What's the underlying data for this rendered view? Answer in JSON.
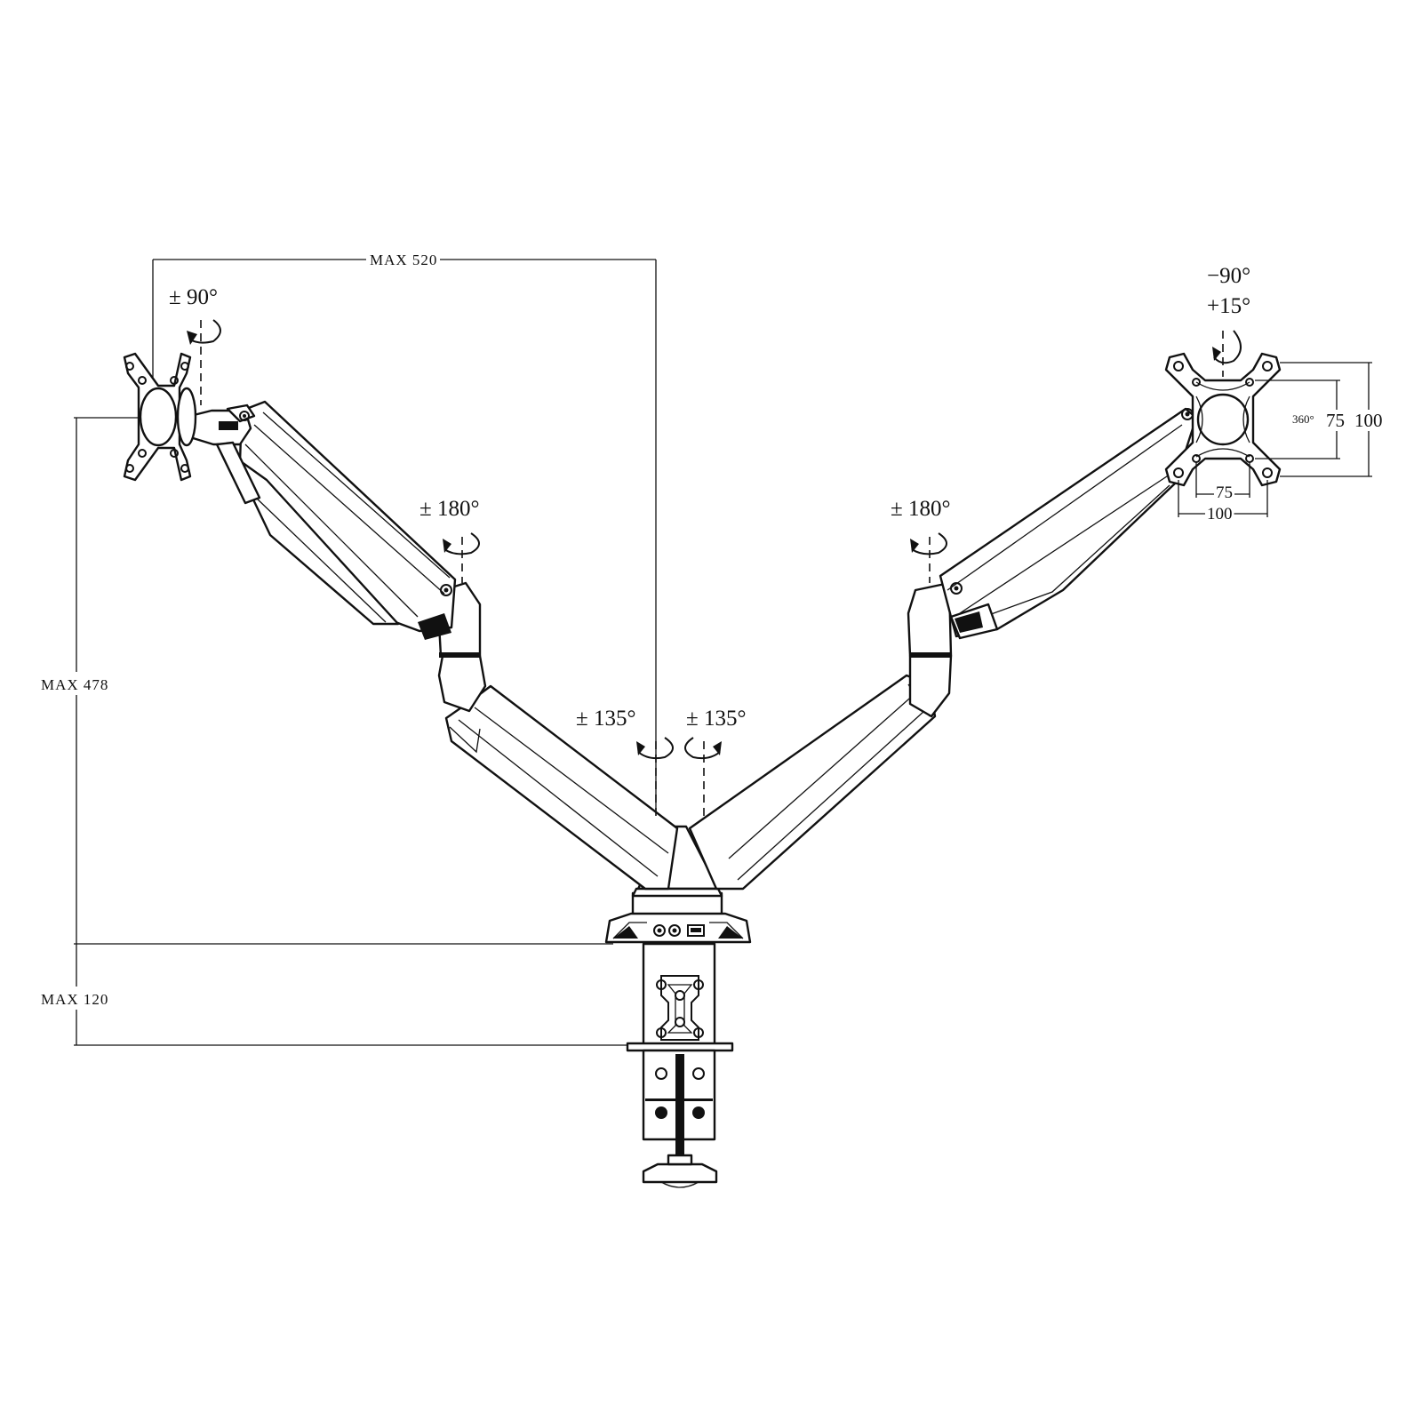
{
  "dimensions": {
    "reach": "MAX 520",
    "height": "MAX 478",
    "clamp": "MAX 120"
  },
  "angles": {
    "left_tilt": "± 90°",
    "left_swivel": "± 180°",
    "right_swivel": "± 180°",
    "base_left": "± 135°",
    "base_right": "± 135°",
    "right_tilt_down": "−90°",
    "right_tilt_up": "+15°",
    "rotation": "360°"
  },
  "vesa": {
    "inner_v": "75",
    "outer_v": "100",
    "inner_h": "75",
    "outer_h": "100"
  }
}
